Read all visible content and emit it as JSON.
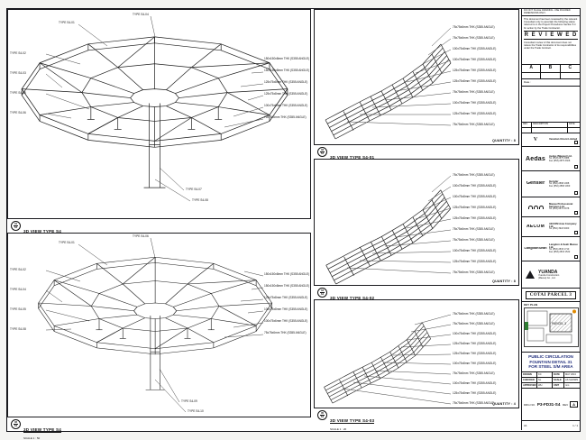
{
  "sheet": {
    "note_top": "DO NOT SCALE DRAWING. USE FIGURED DIMENSIONS ONLY.",
    "paper_size": "A1",
    "page": "1 / 1"
  },
  "stamp": {
    "intro": "This document has been reviewed by the relevant Consultant only to ascertain the following status referred to in the Project Procedures Section 5.4 for action by the Trade Contractor.",
    "title": "R E V I E W E D",
    "outro": "Consultant review of this document does not relieve the Trade Contractor of its responsibilities under the Trade Contract.",
    "options": [
      "A",
      "B",
      "C"
    ],
    "date_label": "Date :"
  },
  "rev_table": {
    "c1": "REV",
    "c2": "DESCRIPTION",
    "c3": "DATE"
  },
  "consultants": [
    {
      "logo": "V",
      "name": "Venetian Orient Limited",
      "line1": "",
      "line2": ""
    },
    {
      "logo": "Aedas",
      "name": "Aedas (Macau) Ltd.",
      "line1": "Tel (853) 2875 3088",
      "line2": "Fax (853) 2875 3308"
    },
    {
      "logo": "Gensler",
      "name": "Gensler",
      "line1": "Tel (852) 2868 1068",
      "line2": "Fax (852) 2868 1069"
    },
    {
      "icon": "triple-arch-icon",
      "name": "Macau Professional Services Ltd.",
      "line1": "Tel (853) 2872 3978",
      "line2": ""
    },
    {
      "logo": "AECOM",
      "name": "AECOM Asia Company Ltd.",
      "line1": "Tel (852) 3922 9000",
      "line2": ""
    },
    {
      "logo": "LangdonSeah",
      "name": "Langdon & Seah Macau Ltd.",
      "line1": "Tel (853) 2833 1710",
      "line2": "Fax (853) 2833 1532"
    }
  ],
  "contractor": {
    "logo_big": "YUANDA",
    "icon": "yuanda-mark-icon",
    "line1": "Yuanda Construction",
    "line2": "(Macau) Co., Ltd."
  },
  "project": {
    "plate": "COTAI PARCEL 3"
  },
  "keyplan": {
    "label": "KEY PLAN",
    "parcel": "PARCEL 3",
    "accent_green": "#2e7d32",
    "accent_orange": "#e08a00"
  },
  "titleblock": {
    "title_l1": "PUBLIC CIRCULATION",
    "title_l2": "FOUNTAIN DETAIL 31",
    "title_l3": "FOR STEEL S/M AREA",
    "title_color": "#24317e",
    "grid": [
      {
        "l": "DRAWN",
        "v": "KC",
        "l2": "DATE",
        "v2": "MAY 2013"
      },
      {
        "l": "CHECKED",
        "v": "SL",
        "l2": "SCALE",
        "v2": "AS SHOWN"
      },
      {
        "l": "APPROVED",
        "v": "WH",
        "l2": "UNIT",
        "v2": "mm"
      }
    ],
    "drg_label": "DRG NO.",
    "drg_no": "P3-FD31-S4",
    "rev_label": "REV",
    "rev": "A"
  },
  "views": {
    "lt": {
      "bubble_num": "01",
      "bubble_ref": "S4",
      "title": "3D VIEW TYPE S4",
      "scale": "SCALE 1 : 50",
      "labels_top": [
        "TYPE S4-01",
        "TYPE S4-04"
      ],
      "labels_left": [
        "TYPE S4-02",
        "TYPE S4-03",
        "TYPE S4-05",
        "TYPE S4-06"
      ],
      "labels_right": [
        "150x150x8mm THK (S355 ANGLE)",
        "150x150x8mm THK (S355 ANGLE)",
        "125x75x8mm THK (S355 ANGLE)",
        "125x75x8mm THK (S355 ANGLE)",
        "100x75x6mm THK (S355 ANGLE)",
        "75x75x6mm THK (S355 ANGLE)"
      ],
      "labels_bottom": [
        "TYPE S4-07",
        "TYPE S4-08"
      ]
    },
    "lb": {
      "bubble_num": "02",
      "bubble_ref": "S4",
      "title": "3D VIEW TYPE S4",
      "scale": "SCALE 1 : 50",
      "labels_top": [
        "TYPE S4-01",
        "TYPE S4-06"
      ],
      "labels_left": [
        "TYPE S4-02",
        "TYPE S4-04",
        "TYPE S4-05",
        "TYPE S4-08"
      ],
      "labels_right": [
        "150x150x8mm THK (S355 ANGLE)",
        "150x150x8mm THK (S355 ANGLE)",
        "125x75x8mm THK (S355 ANGLE)",
        "100x75x8mm THK (S355 ANGLE)",
        "100x75x6mm THK (S355 ANGLE)",
        "75x75x6mm THK (S355 ANGLE)"
      ],
      "labels_bottom": [
        "TYPE S4-09",
        "TYPE S4-10"
      ]
    },
    "m1": {
      "bubble_num": "03",
      "bubble_ref": "S4",
      "title": "3D VIEW TYPE S4-01",
      "scale": "SCALE 1 : 20",
      "quantity": "QUANTITY : 8",
      "labels_right": [
        "75x75x6mm THK (S355 ANGLE)",
        "75x75x6mm THK (S355 ANGLE)",
        "100x75x8mm THK (S355 ANGLE)",
        "100x75x8mm THK (S355 ANGLE)",
        "125x75x8mm THK (S355 ANGLE)",
        "125x75x8mm THK (S355 ANGLE)",
        "75x75x6mm THK (S355 ANGLE)",
        "100x75x8mm THK (S355 ANGLE)",
        "125x75x8mm THK (S355 ANGLE)",
        "75x75x6mm THK (S355 ANGLE)"
      ]
    },
    "m2": {
      "bubble_num": "04",
      "bubble_ref": "S4",
      "title": "3D VIEW TYPE S4-02",
      "scale": "SCALE 1 : 20",
      "quantity": "QUANTITY : 8",
      "labels_right": [
        "75x75x6mm THK (S355 ANGLE)",
        "100x75x8mm THK (S355 ANGLE)",
        "100x75x8mm THK (S355 ANGLE)",
        "125x75x8mm THK (S355 ANGLE)",
        "125x75x8mm THK (S355 ANGLE)",
        "75x75x6mm THK (S355 ANGLE)",
        "75x75x6mm THK (S355 ANGLE)",
        "100x75x8mm THK (S355 ANGLE)",
        "125x75x8mm THK (S355 ANGLE)",
        "75x75x6mm THK (S355 ANGLE)"
      ]
    },
    "m3": {
      "bubble_num": "05",
      "bubble_ref": "S4",
      "title": "3D VIEW TYPE S4-03",
      "scale": "SCALE 1 : 20",
      "quantity": "QUANTITY : 4",
      "labels_right": [
        "75x75x6mm THK (S355 ANGLE)",
        "75x75x6mm THK (S355 ANGLE)",
        "100x75x8mm THK (S355 ANGLE)",
        "125x75x8mm THK (S355 ANGLE)",
        "125x75x8mm THK (S355 ANGLE)",
        "100x75x8mm THK (S355 ANGLE)",
        "75x75x6mm THK (S355 ANGLE)",
        "100x75x8mm THK (S355 ANGLE)",
        "125x75x8mm THK (S355 ANGLE)",
        "75x75x6mm THK (S355 ANGLE)"
      ]
    }
  }
}
